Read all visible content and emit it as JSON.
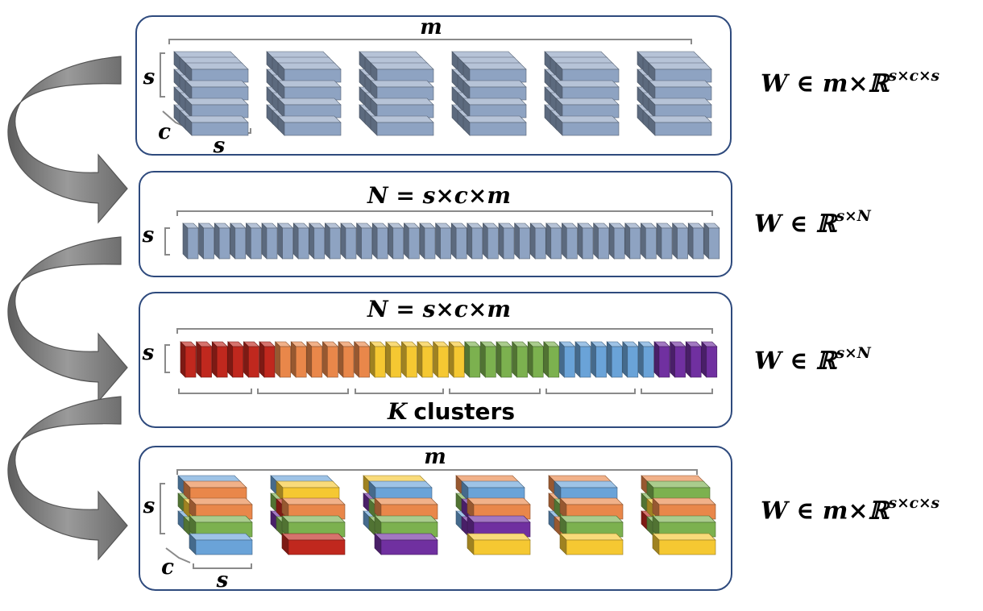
{
  "colors": {
    "panel_border": "#2e4a7d",
    "block_front": "#8ea3c2",
    "block_top": "#b6c4da",
    "block_side": "#5a6e8e",
    "bracket": "#8a8a8a",
    "arrow": "#7a7a7a",
    "cluster_colors": [
      "#c0281e",
      "#e9874a",
      "#f5c832",
      "#7cb14f",
      "#6aa3d8",
      "#7030a0"
    ]
  },
  "icons": {
    "flow_arrow": "curved-down-arrow-icon"
  },
  "panel1": {
    "top_label": "m",
    "left_label": "s",
    "depth_label": "c",
    "bottom_label": "s",
    "formula": {
      "lhs": "W ∈ m×ℝ",
      "sup": "s×c×s"
    }
  },
  "panel2": {
    "top_label": "N = s×c×m",
    "left_label": "s",
    "formula": {
      "lhs": "W ∈ ℝ",
      "sup": "s×N"
    }
  },
  "panel3": {
    "top_label": "N = s×c×m",
    "left_label": "s",
    "cluster_label_var": "K",
    "cluster_label_text": "clusters",
    "formula": {
      "lhs": "W ∈ ℝ",
      "sup": "s×N"
    }
  },
  "panel4": {
    "top_label": "m",
    "left_label": "s",
    "depth_label": "c",
    "bottom_label": "s",
    "formula": {
      "lhs": "W ∈ m×ℝ",
      "sup": "s×c×s"
    }
  }
}
